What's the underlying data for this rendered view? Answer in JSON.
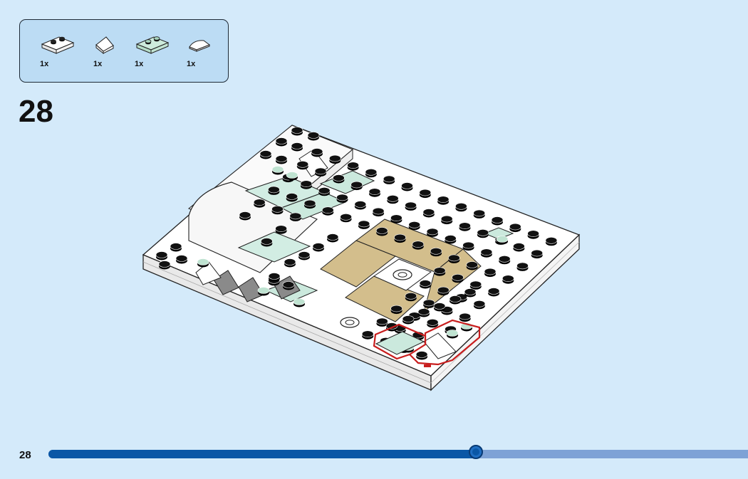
{
  "parts_list": {
    "items": [
      {
        "name": "white-plate-1x2",
        "quantity": "1x",
        "color": "#ffffff"
      },
      {
        "name": "white-slope-1x1",
        "quantity": "1x",
        "color": "#ffffff"
      },
      {
        "name": "light-aqua-plate-1x2",
        "quantity": "1x",
        "color": "#cdebdc"
      },
      {
        "name": "white-round-tile-quarter",
        "quantity": "1x",
        "color": "#ffffff"
      }
    ]
  },
  "step": {
    "number": "28"
  },
  "model": {
    "baseplate_color": "#ffffff",
    "stud_color": "#111111",
    "tan_color": "#d3be8c",
    "aqua_color": "#d2ede3",
    "highlight_color": "#c81e1e",
    "highlighted_parts": 2
  },
  "footer": {
    "page_number": "28",
    "progress_fraction": 0.611,
    "progress_fill_color": "#0a57a6",
    "progress_track_color": "#7ea2d6"
  }
}
